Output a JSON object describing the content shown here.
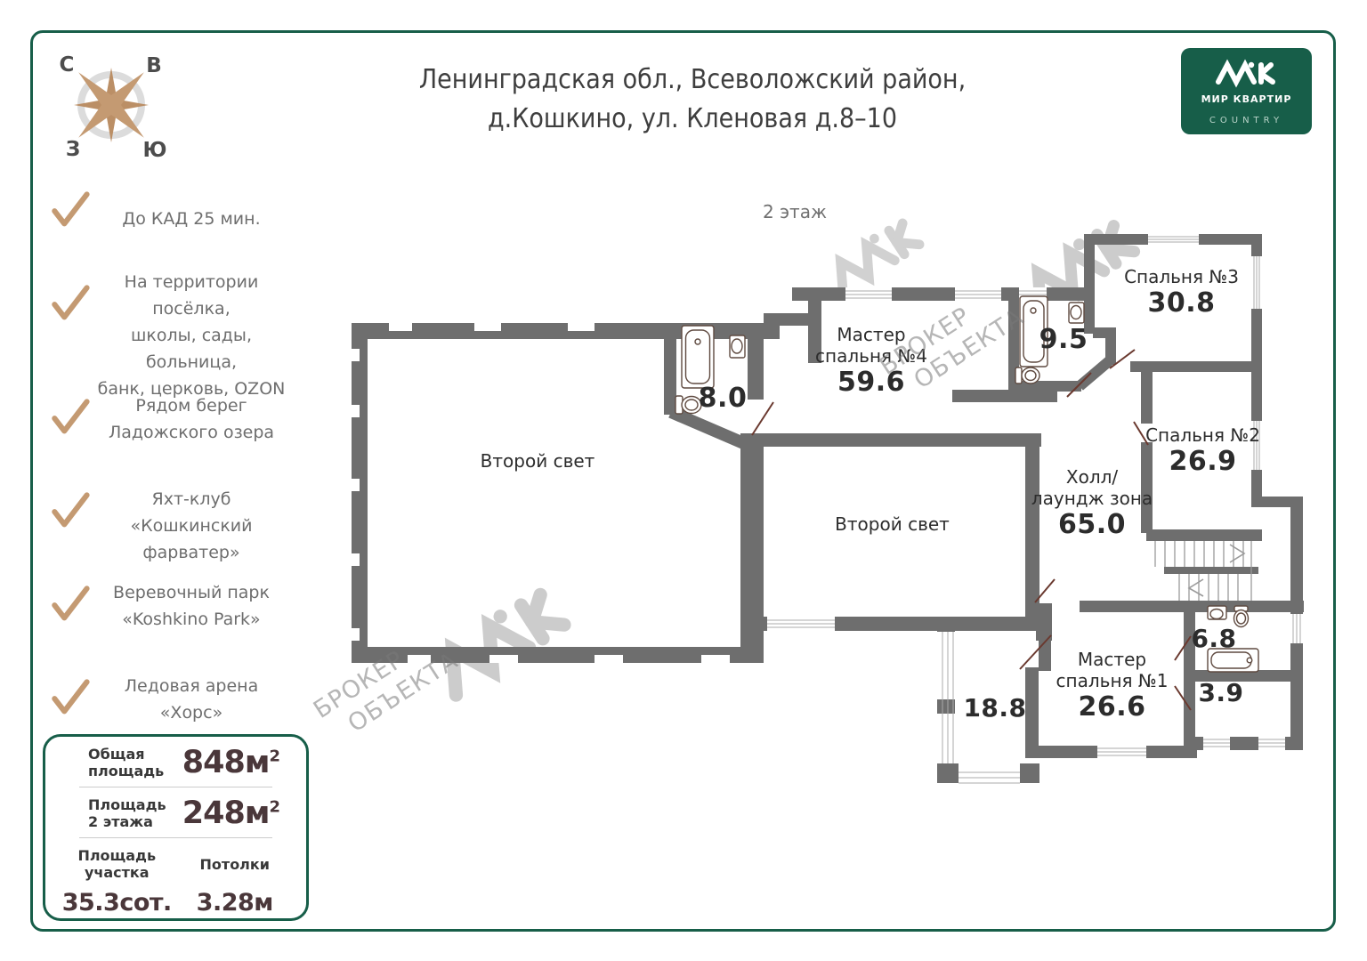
{
  "title": {
    "line1": "Ленинградская обл., Всеволожский район,",
    "line2": "д.Кошкино,  ул. Кленовая д.8–10"
  },
  "compass": {
    "n": "С",
    "e": "В",
    "w": "З",
    "s": "Ю"
  },
  "logo": {
    "brand": "МИР КВАРТИР",
    "sub": "COUNTRY"
  },
  "features": [
    {
      "lines": [
        "До КАД 25 мин."
      ]
    },
    {
      "lines": [
        "На территории посёлка,",
        "школы, сады, больница,",
        "банк, церковь, OZON"
      ]
    },
    {
      "lines": [
        "Рядом  берег",
        "Ладожского озера"
      ]
    },
    {
      "lines": [
        "Яхт-клуб",
        "«Кошкинский фарватер»"
      ]
    },
    {
      "lines": [
        "Веревочный парк",
        "«Koshkino Park»"
      ]
    },
    {
      "lines": [
        "Ледовая арена",
        "«Хорс»"
      ]
    }
  ],
  "summary": {
    "rows": [
      {
        "label1": "Общая",
        "label2": "площадь",
        "value": "848м",
        "sup": "2"
      },
      {
        "label1": "Площадь",
        "label2": "2 этажа",
        "value": "248м",
        "sup": "2"
      }
    ],
    "bottom": {
      "left_label1": "Площадь",
      "left_label2": "участка",
      "left_value": "35.3сот.",
      "right_label": "Потолки",
      "right_value": "3.28м"
    }
  },
  "plan": {
    "floor_label": "2 этаж",
    "rooms": {
      "second_light_left": {
        "name": "Второй свет"
      },
      "bath8": {
        "area": "8.0"
      },
      "master4": {
        "l1": "Мастер",
        "l2": "спальня №4",
        "area": "59.6"
      },
      "bath9": {
        "area": "9.5"
      },
      "bed3": {
        "name": "Спальня №3",
        "area": "30.8"
      },
      "bed2": {
        "name": "Спальня №2",
        "area": "26.9"
      },
      "second_light_center": {
        "name": "Второй свет"
      },
      "hall": {
        "l1": "Холл/",
        "l2": "лаундж зона",
        "area": "65.0"
      },
      "master1": {
        "l1": "Мастер",
        "l2": "спальня №1",
        "area": "26.6"
      },
      "bath68": {
        "area": "6.8"
      },
      "closet39": {
        "area": "3.9"
      },
      "terrace": {
        "area": "18.8"
      }
    }
  },
  "watermark": {
    "l1": "БРОКЕР",
    "l2": "ОБЪЕКТА"
  },
  "colors": {
    "accent_green": "#175e49",
    "tan": "#c49a72",
    "wall_gray": "#6e6e6e",
    "value_color": "#4a373a",
    "door_brown": "#6a392f"
  }
}
